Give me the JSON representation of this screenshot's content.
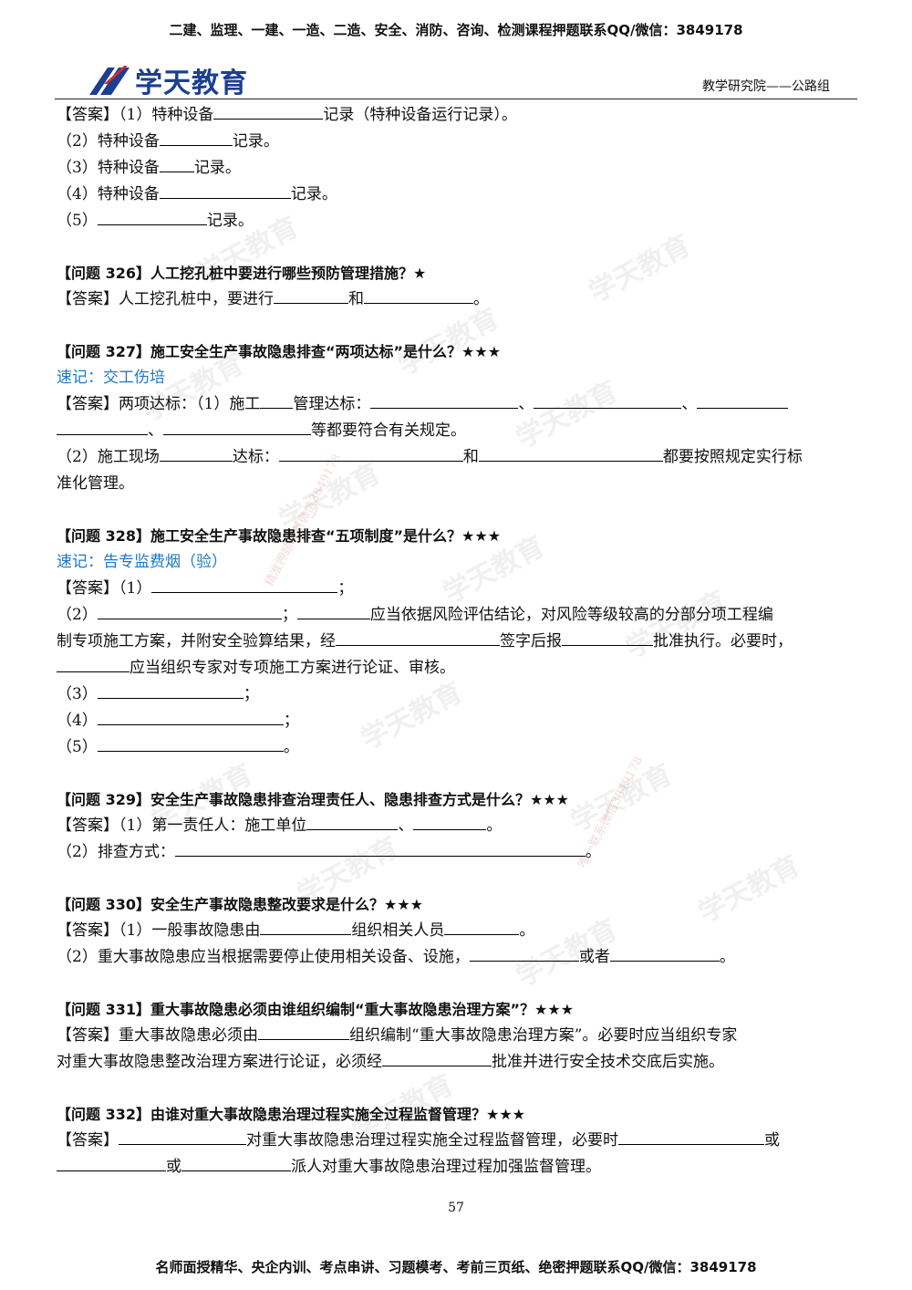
{
  "top_banner": "二建、监理、一建、一造、二造、安全、消防、咨询、检测课程押题联系QQ/微信：3849178",
  "logo_text": "学天教育",
  "dept": "教学研究院——公路组",
  "watermark": "学天教育",
  "watermark_contact": "精准押题联系微信3849178",
  "watermark_contact2": "唯一联系微信3849178",
  "a325": {
    "l1a": "【答案】（1）特种设备",
    "l1b": "记录（特种设备运行记录）。",
    "l2a": "（2）特种设备",
    "l2b": "记录。",
    "l3a": "（3）特种设备",
    "l3b": "记录。",
    "l4a": "（4）特种设备",
    "l4b": "记录。",
    "l5a": "（5）",
    "l5b": "记录。"
  },
  "q326": {
    "q": "【问题 326】人工挖孔桩中要进行哪些预防管理措施？★",
    "a1": "【答案】人工挖孔桩中，要进行",
    "a2": "和",
    "a3": "。"
  },
  "q327": {
    "q": "【问题 327】施工安全生产事故隐患排查“两项达标”是什么？★★★",
    "memo": "速记：交工伤培",
    "a1": "【答案】两项达标：（1）施工",
    "a2": "管理达标：",
    "sep": "、",
    "a3": "等都要符合有关规定。",
    "b1": "（2）施工现场",
    "b2": "达标：",
    "b3": "和",
    "b4": "都要按照规定实行标",
    "b5": "准化管理。"
  },
  "q328": {
    "q": "【问题 328】施工安全生产事故隐患排查“五项制度”是什么？★★★",
    "memo": "速记：告专监费烟（验）",
    "a1": "【答案】（1）",
    "semi": "；",
    "b1": "（2）",
    "b2": "应当依据风险评估结论，对风险等级较高的分部分项工程编",
    "b3": "制专项施工方案，并附安全验算结果，经",
    "b4": "签字后报",
    "b5": "批准执行。必要时，",
    "b6": "应当组织专家对专项施工方案进行论证、审核。",
    "c3": "（3）",
    "c4": "（4）",
    "c5": "（5）",
    "end": "。"
  },
  "q329": {
    "q": "【问题 329】安全生产事故隐患排查治理责任人、隐患排查方式是什么？★★★",
    "a1": "【答案】（1）第一责任人：施工单位",
    "sep": "、",
    "end": "。",
    "b1": "（2）排查方式："
  },
  "q330": {
    "q": "【问题 330】安全生产事故隐患整改要求是什么？★★★",
    "a1": "【答案】（1）一般事故隐患由",
    "a2": "组织相关人员",
    "end": "。",
    "b1": "（2）重大事故隐患应当根据需要停止使用相关设备、设施，",
    "b2": "或者"
  },
  "q331": {
    "q": "【问题 331】重大事故隐患必须由谁组织编制“重大事故隐患治理方案”？★★★",
    "a1": "【答案】重大事故隐患必须由",
    "a2": "组织编制“重大事故隐患治理方案”。必要时应当组织专家",
    "b1": "对重大事故隐患整改治理方案进行论证，必须经",
    "b2": "批准并进行安全技术交底后实施。"
  },
  "q332": {
    "q": "【问题 332】由谁对重大事故隐患治理过程实施全过程监督管理？★★★",
    "a1": "【答案】",
    "a2": "对重大事故隐患治理过程实施全过程监督管理，必要时",
    "a3": "或",
    "b1": "或",
    "b2": "派人对重大事故隐患治理过程加强监督管理。"
  },
  "page_number": "57",
  "footer": "名师面授精华、央企内训、考点串讲、习题模考、考前三页纸、绝密押题联系QQ/微信：3849178"
}
